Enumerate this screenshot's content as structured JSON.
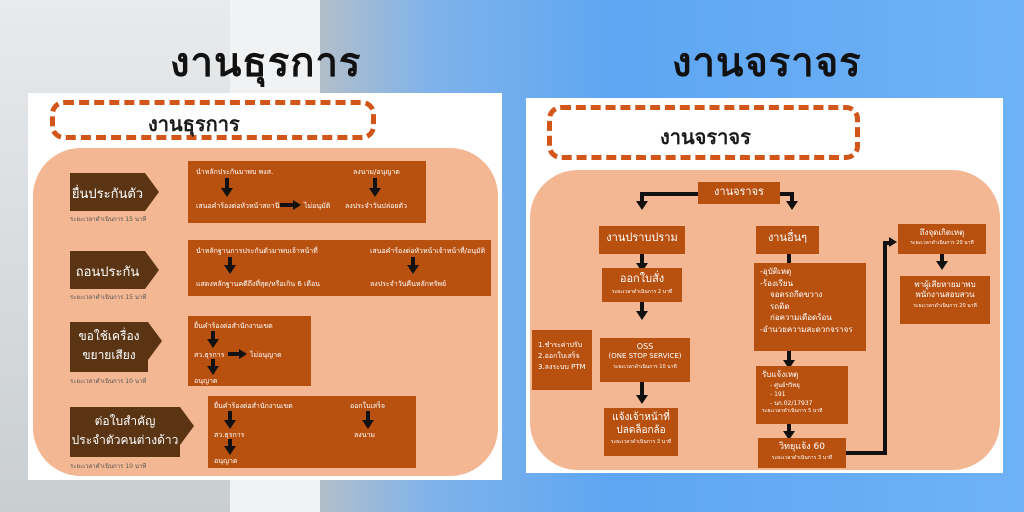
{
  "titles": {
    "left": "งานธุรการ",
    "right": "งานจราจร"
  },
  "left": {
    "header": "งานธุรการ",
    "rows": [
      {
        "tag": "ยื่นประกันตัว",
        "time": "ระยะเวลาดำเนินการ 15 นาที",
        "a1": "นำหลักประกันมาพบ พงส.",
        "a2": "เสนอคำร้องต่อหัวหน้าสถานี",
        "a3": "ไม่อนุมัติ",
        "b1": "ลงนาม/อนุญาต",
        "b2": "ลงประจำวันปล่อยตัว"
      },
      {
        "tag": "ถอนประกัน",
        "time": "ระยะเวลาดำเนินการ 15 นาที",
        "a1": "นำหลักฐานการประกันตัวมาพบเจ้าหน้าที่",
        "a2": "แสดงหลักฐานคดีถึงที่สุด/หรือเกิน 6 เดือน",
        "b1": "เสนอคำร้องต่อหัวหน้าเจ้าหน้าที่/อนุมัติ",
        "b2": "ลงประจำวันคืนหลักทรัพย์"
      },
      {
        "tag1": "ขอใช้เครื่อง",
        "tag2": "ขยายเสียง",
        "time": "ระยะเวลาดำเนินการ 10 นาที",
        "a1": "ยื่นคำร้องต่อสำนักงานเขต",
        "a2": "สว.ธุรการ",
        "a3": "ไม่อนุญาต",
        "a4": "อนุญาต"
      },
      {
        "tag1": "ต่อใบสำคัญ",
        "tag2": "ประจำตัวคนต่างด้าว",
        "time": "ระยะเวลาดำเนินการ 10 นาที",
        "a1": "ยื่นคำร้องต่อสำนักงานเขต",
        "a2": "สว.ธุรการ",
        "a3": "อนุญาต",
        "b1": "ออกใบเสร็จ",
        "b2": "ลงนาม"
      }
    ]
  },
  "right": {
    "header": "งานจราจร",
    "top": "งานจราจร",
    "col1": {
      "head": "งานปราบปราม",
      "b1": "ออกใบสั่ง",
      "b1t": "ระยะเวลาดำเนินการ 2 นาที",
      "b2a": "OSS",
      "b2b": "(ONE STOP SERVICE)",
      "b2t": "ระยะเวลาดำเนินการ 10 นาที",
      "b3a": "แจ้งเจ้าหน้าที่",
      "b3b": "ปลดล็อกล้อ",
      "b3t": "ระยะเวลาดำเนินการ 3 นาที",
      "side": [
        "1.ชำระค่าปรับ",
        "2.ออกใบเสร็จ",
        "3.ลงระบบ PTM"
      ]
    },
    "col2": {
      "head": "งานอื่นๆ",
      "list": [
        "-อุบัติเหตุ",
        "-ร้องเรียน",
        "จอดรถกีดขวาง",
        "รถติด",
        "ก่อความเดือดร้อน",
        "-อำนวยความสะดวกจราจร"
      ],
      "recv": "รับแจ้งเหตุ",
      "recv_items": [
        "- ศูนย์ฯวิทยุ",
        "- 191",
        "- นก.02/17937"
      ],
      "recv_t": "ระยะเวลาดำเนินการ 5 นาที",
      "radio": "วิทยุแจ้ง 60",
      "radio_t": "ระยะเวลาดำเนินการ 3 นาที"
    },
    "col3": {
      "b1": "ถึงจุดเกิดเหตุ",
      "b1t": "ระยะเวลาดำเนินการ 20 นาที",
      "b2a": "พาผู้เสียหายมาพบ",
      "b2b": "พนักงานสอบสวน",
      "b2t": "ระยะเวลาดำเนินการ 20 นาที"
    }
  }
}
